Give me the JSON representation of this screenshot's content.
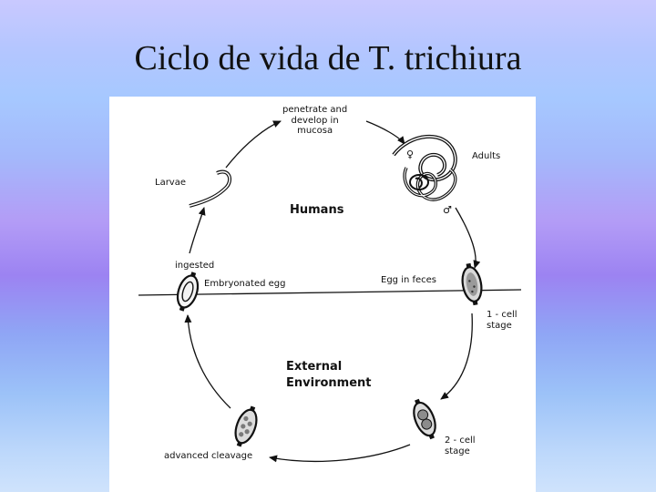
{
  "slide": {
    "title": "Ciclo de vida de T. trichiura"
  },
  "diagram": {
    "labels": {
      "penetrate": [
        "penetrate and",
        "develop in",
        "mucosa"
      ],
      "adults": "Adults",
      "larvae": "Larvae",
      "humans": "Humans",
      "ingested": "ingested",
      "embryonated_egg": "Embryonated egg",
      "egg_in_feces": "Egg in feces",
      "one_cell": [
        "1 - cell",
        "stage"
      ],
      "external": [
        "External",
        "Environment"
      ],
      "two_cell": [
        "2 - cell",
        "stage"
      ],
      "advanced_cleavage": "advanced cleavage"
    },
    "symbols": {
      "female": "♀",
      "male": "♂"
    }
  }
}
